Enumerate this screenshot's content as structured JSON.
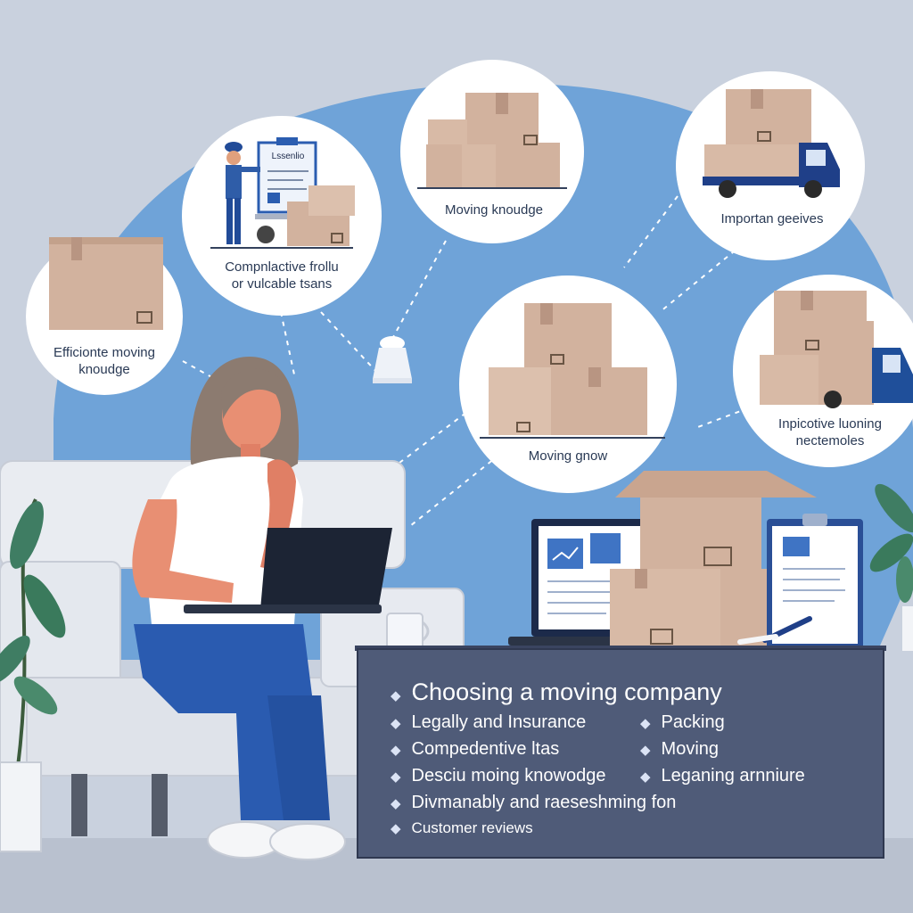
{
  "bubbles": [
    {
      "id": "efficient",
      "line1": "Efficionte moving",
      "line2": "knoudge"
    },
    {
      "id": "comprehensive",
      "line1": "Compnlactive frollu",
      "line2": "or vulcable tsans"
    },
    {
      "id": "moving-knowledge",
      "line1": "Moving knoudge",
      "line2": ""
    },
    {
      "id": "important",
      "line1": "Importan geeives",
      "line2": ""
    },
    {
      "id": "moving-grow",
      "line1": "Moving gnow",
      "line2": ""
    },
    {
      "id": "inspective",
      "line1": "Inpicotive luoning",
      "line2": "nectemoles"
    }
  ],
  "clipboard_label": "Lssenlio",
  "sign": {
    "title": "Choosing a moving company",
    "left_items": [
      "Legally and Insurance",
      "Compedentive ltas",
      "Desciu moing knowodge",
      "Divmanably and raeseshming fon",
      "Customer reviews"
    ],
    "right_items": [
      "Packing",
      "Moving",
      "Leganing arnniure"
    ]
  },
  "colors": {
    "wall": "#c9d1de",
    "blue_shape": "#6fa3d8",
    "box": "#d2b29e",
    "sofa": "#e9ecf1",
    "sign_bg": "#4f5b78",
    "jeans": "#2a5bb0"
  }
}
